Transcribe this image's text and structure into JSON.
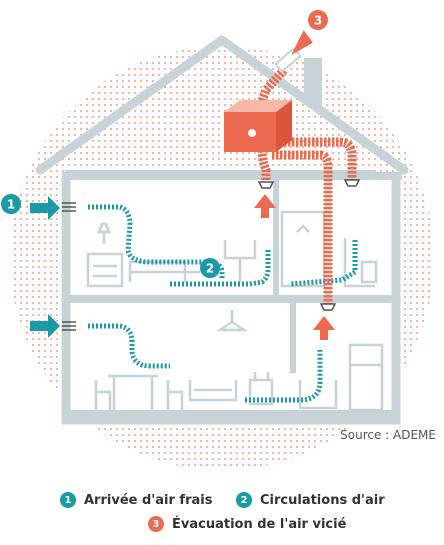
{
  "source": "Source : ADEME",
  "badges": {
    "one": "1",
    "two": "2",
    "three": "3"
  },
  "legend": [
    {
      "number": "1",
      "label": "Arrivée d'air frais"
    },
    {
      "number": "2",
      "label": "Circulations d'air"
    },
    {
      "number": "3",
      "label": "Évacuation de l'air vicié"
    }
  ],
  "colors": {
    "fresh_air": "#1a9aa6",
    "exhaust_air": "#ec6a4f",
    "house": "#c8d3d7"
  }
}
